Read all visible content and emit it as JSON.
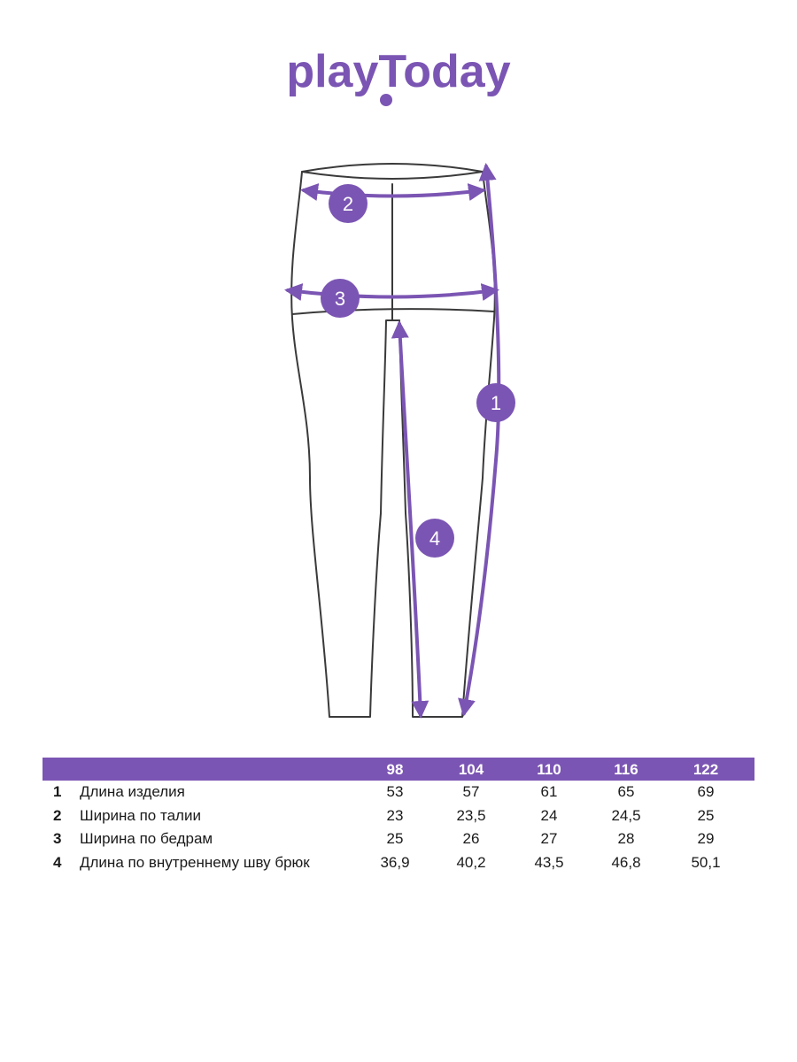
{
  "brand": {
    "logo_text": "playToday",
    "accent_color": "#7B55B3",
    "outline_color": "#3a3a3a"
  },
  "diagram": {
    "markers": [
      {
        "label": "1"
      },
      {
        "label": "2"
      },
      {
        "label": "3"
      },
      {
        "label": "4"
      }
    ]
  },
  "table": {
    "header_bg": "#7B55B3",
    "sizes": [
      "98",
      "104",
      "110",
      "116",
      "122"
    ],
    "rows": [
      {
        "num": "1",
        "name": "Длина изделия",
        "values": [
          "53",
          "57",
          "61",
          "65",
          "69"
        ]
      },
      {
        "num": "2",
        "name": "Ширина по талии",
        "values": [
          "23",
          "23,5",
          "24",
          "24,5",
          "25"
        ]
      },
      {
        "num": "3",
        "name": "Ширина по бедрам",
        "values": [
          "25",
          "26",
          "27",
          "28",
          "29"
        ]
      },
      {
        "num": "4",
        "name": "Длина по внутреннему шву брюк",
        "values": [
          "36,9",
          "40,2",
          "43,5",
          "46,8",
          "50,1"
        ]
      }
    ]
  }
}
